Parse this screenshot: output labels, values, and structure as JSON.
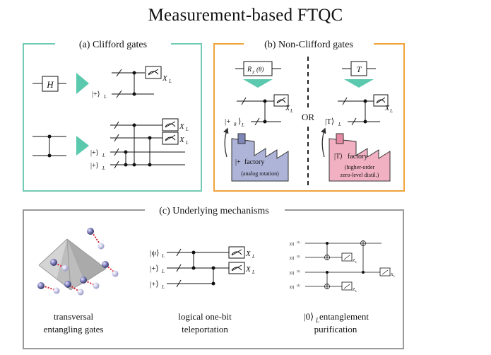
{
  "title": "Measurement-based FTQC",
  "panels": {
    "a": {
      "label": "(a) Clifford gates",
      "gate_h": "H",
      "ket_plus_L": "|+⟩",
      "sub_L": "L",
      "x_L": "X",
      "x_L_sub": "L"
    },
    "b": {
      "label": "(b) Non-Clifford gates",
      "gate_rz": "R",
      "gate_rz_sub": "Z",
      "gate_rz_arg": "(θ)",
      "gate_t": "T",
      "or_label": "OR",
      "ket_theta": "|+",
      "ket_theta_sub": "θ",
      "ket_theta_close": "⟩",
      "ket_t": "|T⟩",
      "sub_L": "L",
      "x_L": "X",
      "x_L_sub": "L",
      "factory1_line1_ket": "|+",
      "factory1_line1_rest": " factory",
      "factory1_line2": "(analog rotation)",
      "factory2_line1_ket": "|T⟩",
      "factory2_line1_rest": " factory",
      "factory2_line2": "(higher-order",
      "factory2_line3": "zero-level distil.)"
    },
    "c": {
      "label": "(c) Underlying mechanisms",
      "caption1_line1": "transversal",
      "caption1_line2": "entangling gates",
      "caption2_line1": "logical one-bit",
      "caption2_line2": "teleportation",
      "caption3_line1_ket": "|0⟩",
      "caption3_line1_rest": " entanglement",
      "caption3_line2": "purification",
      "ket_psi": "|ψ⟩",
      "ket_plus": "|+⟩",
      "sub_L": "L",
      "x_L": "X",
      "x_L_sub": "L",
      "ket_zero": "|0⟩",
      "purif_sub_1": "(1)",
      "purif_sub_2": "(2)",
      "purif_sub_3": "(3)",
      "purif_sub_4": "(4)",
      "z_label": "Z",
      "z_sub": "L"
    }
  },
  "colors": {
    "teal": "#5ac9ad",
    "teal_border": "#74cbb4",
    "orange_border": "#f0a43a",
    "gray_border": "#9a9a9a",
    "factory_blue": "#aeb4d8",
    "factory_pink": "#f2b1c2",
    "chimney_blue": "#7f86b8",
    "chimney_pink": "#e58aa2"
  }
}
